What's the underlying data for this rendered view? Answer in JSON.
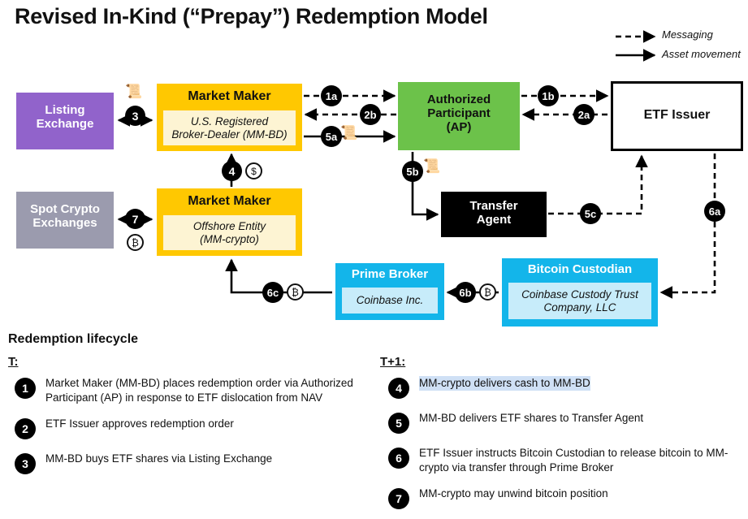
{
  "title": "Revised In-Kind (“Prepay”) Redemption Model",
  "legend": {
    "messaging": "Messaging",
    "asset_movement": "Asset movement"
  },
  "entities": {
    "listing_exchange": {
      "name": "Listing\nExchange",
      "color": "#9163cb"
    },
    "spot_crypto": {
      "name": "Spot Crypto\nExchanges",
      "color": "#9b9bae"
    },
    "mm_bd": {
      "name": "Market Maker",
      "sub": "U.S. Registered\nBroker-Dealer (MM-BD)",
      "color": "#ffc801"
    },
    "mm_crypto": {
      "name": "Market Maker",
      "sub": "Offshore Entity\n(MM-crypto)",
      "color": "#ffc801"
    },
    "ap": {
      "name": "Authorized\nParticipant\n(AP)",
      "color": "#6cc24a"
    },
    "etf_issuer": {
      "name": "ETF Issuer",
      "color": "#ffffff"
    },
    "transfer_agent": {
      "name": "Transfer\nAgent",
      "color": "#000000"
    },
    "prime_broker": {
      "name": "Prime Broker",
      "sub": "Coinbase Inc.",
      "color": "#13b5ea"
    },
    "bitcoin_custodian": {
      "name": "Bitcoin Custodian",
      "sub": "Coinbase Custody Trust\nCompany, LLC",
      "color": "#13b5ea"
    }
  },
  "flow_badges": {
    "b1a": "1a",
    "b1b": "1b",
    "b2a": "2a",
    "b2b": "2b",
    "b3": "3",
    "b4": "4",
    "b5a": "5a",
    "b5b": "5b",
    "b5c": "5c",
    "b6a": "6a",
    "b6b": "6b",
    "b6c": "6c",
    "b7": "7"
  },
  "tokens": {
    "dollar": "$",
    "bitcoin_7": "₿",
    "bitcoin_6b": "₿",
    "bitcoin_6c": "₿"
  },
  "lifecycle": {
    "heading": "Redemption lifecycle",
    "left_head": "T:",
    "right_head": "T+1:",
    "left_items": [
      {
        "num": "1",
        "text": "Market Maker (MM-BD) places redemption order via Authorized Participant (AP) in response to ETF dislocation from NAV",
        "highlight": false
      },
      {
        "num": "2",
        "text": "ETF Issuer approves redemption order",
        "highlight": false
      },
      {
        "num": "3",
        "text": "MM-BD buys ETF shares via Listing Exchange",
        "highlight": false
      }
    ],
    "right_items": [
      {
        "num": "4",
        "text": "MM-crypto delivers cash to MM-BD",
        "highlight": true
      },
      {
        "num": "5",
        "text": "MM-BD delivers ETF shares to Transfer Agent",
        "highlight": false
      },
      {
        "num": "6",
        "text": "ETF Issuer instructs Bitcoin Custodian to release bitcoin to MM-crypto via transfer through Prime Broker",
        "highlight": false
      },
      {
        "num": "7",
        "text": "MM-crypto may unwind bitcoin position",
        "highlight": false
      }
    ]
  },
  "colors": {
    "accent_yellow": "#ffc801",
    "accent_green": "#6cc24a",
    "accent_purple": "#9163cb",
    "accent_blue": "#13b5ea",
    "accent_gray": "#9b9bae",
    "highlight": "#cfe0f5"
  }
}
